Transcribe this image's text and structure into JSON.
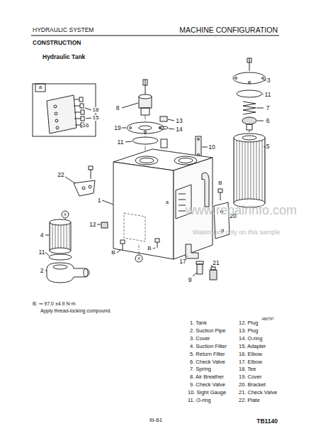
{
  "diagram": {
    "labels": [
      "HYDRAULIC SYSTEM",
      "MACHINE CONFIGURATION",
      "CONSTRUCTION",
      "Hydraulic Tank",
      "a",
      "18",
      "15",
      "16",
      "8",
      "19",
      "11",
      "13",
      "14",
      "3",
      "11",
      "7",
      "6",
      "5",
      "10",
      "22",
      "1",
      "B",
      "a",
      "12",
      "X",
      "4",
      "11",
      "2",
      "20",
      "B",
      "B",
      "X",
      "17",
      "21",
      "9",
      "www.repairinfo.com",
      "Watermark only on this sample",
      "B: ⇒ 97.0 ±4.9 N·m",
      "Apply thread-locking compound.",
      "A80797",
      "1. Tank",
      "2. Suction Pipe",
      "3. Cover",
      "4. Suction Filter",
      "5. Return Filter",
      "6. Check Valve",
      "7. Spring",
      "8. Air Breather",
      "9. Check Valve",
      "10. Sight Gauge",
      "11. O-ring",
      "12. Plug",
      "13. Plug",
      "14. O-ring",
      "15. Adapter",
      "16. Elbow",
      "17. Elbow",
      "18. Tee",
      "19. Cover",
      "20. Bracket",
      "21. Check Valve",
      "22. Plate",
      "III-61",
      "TB1140"
    ]
  }
}
